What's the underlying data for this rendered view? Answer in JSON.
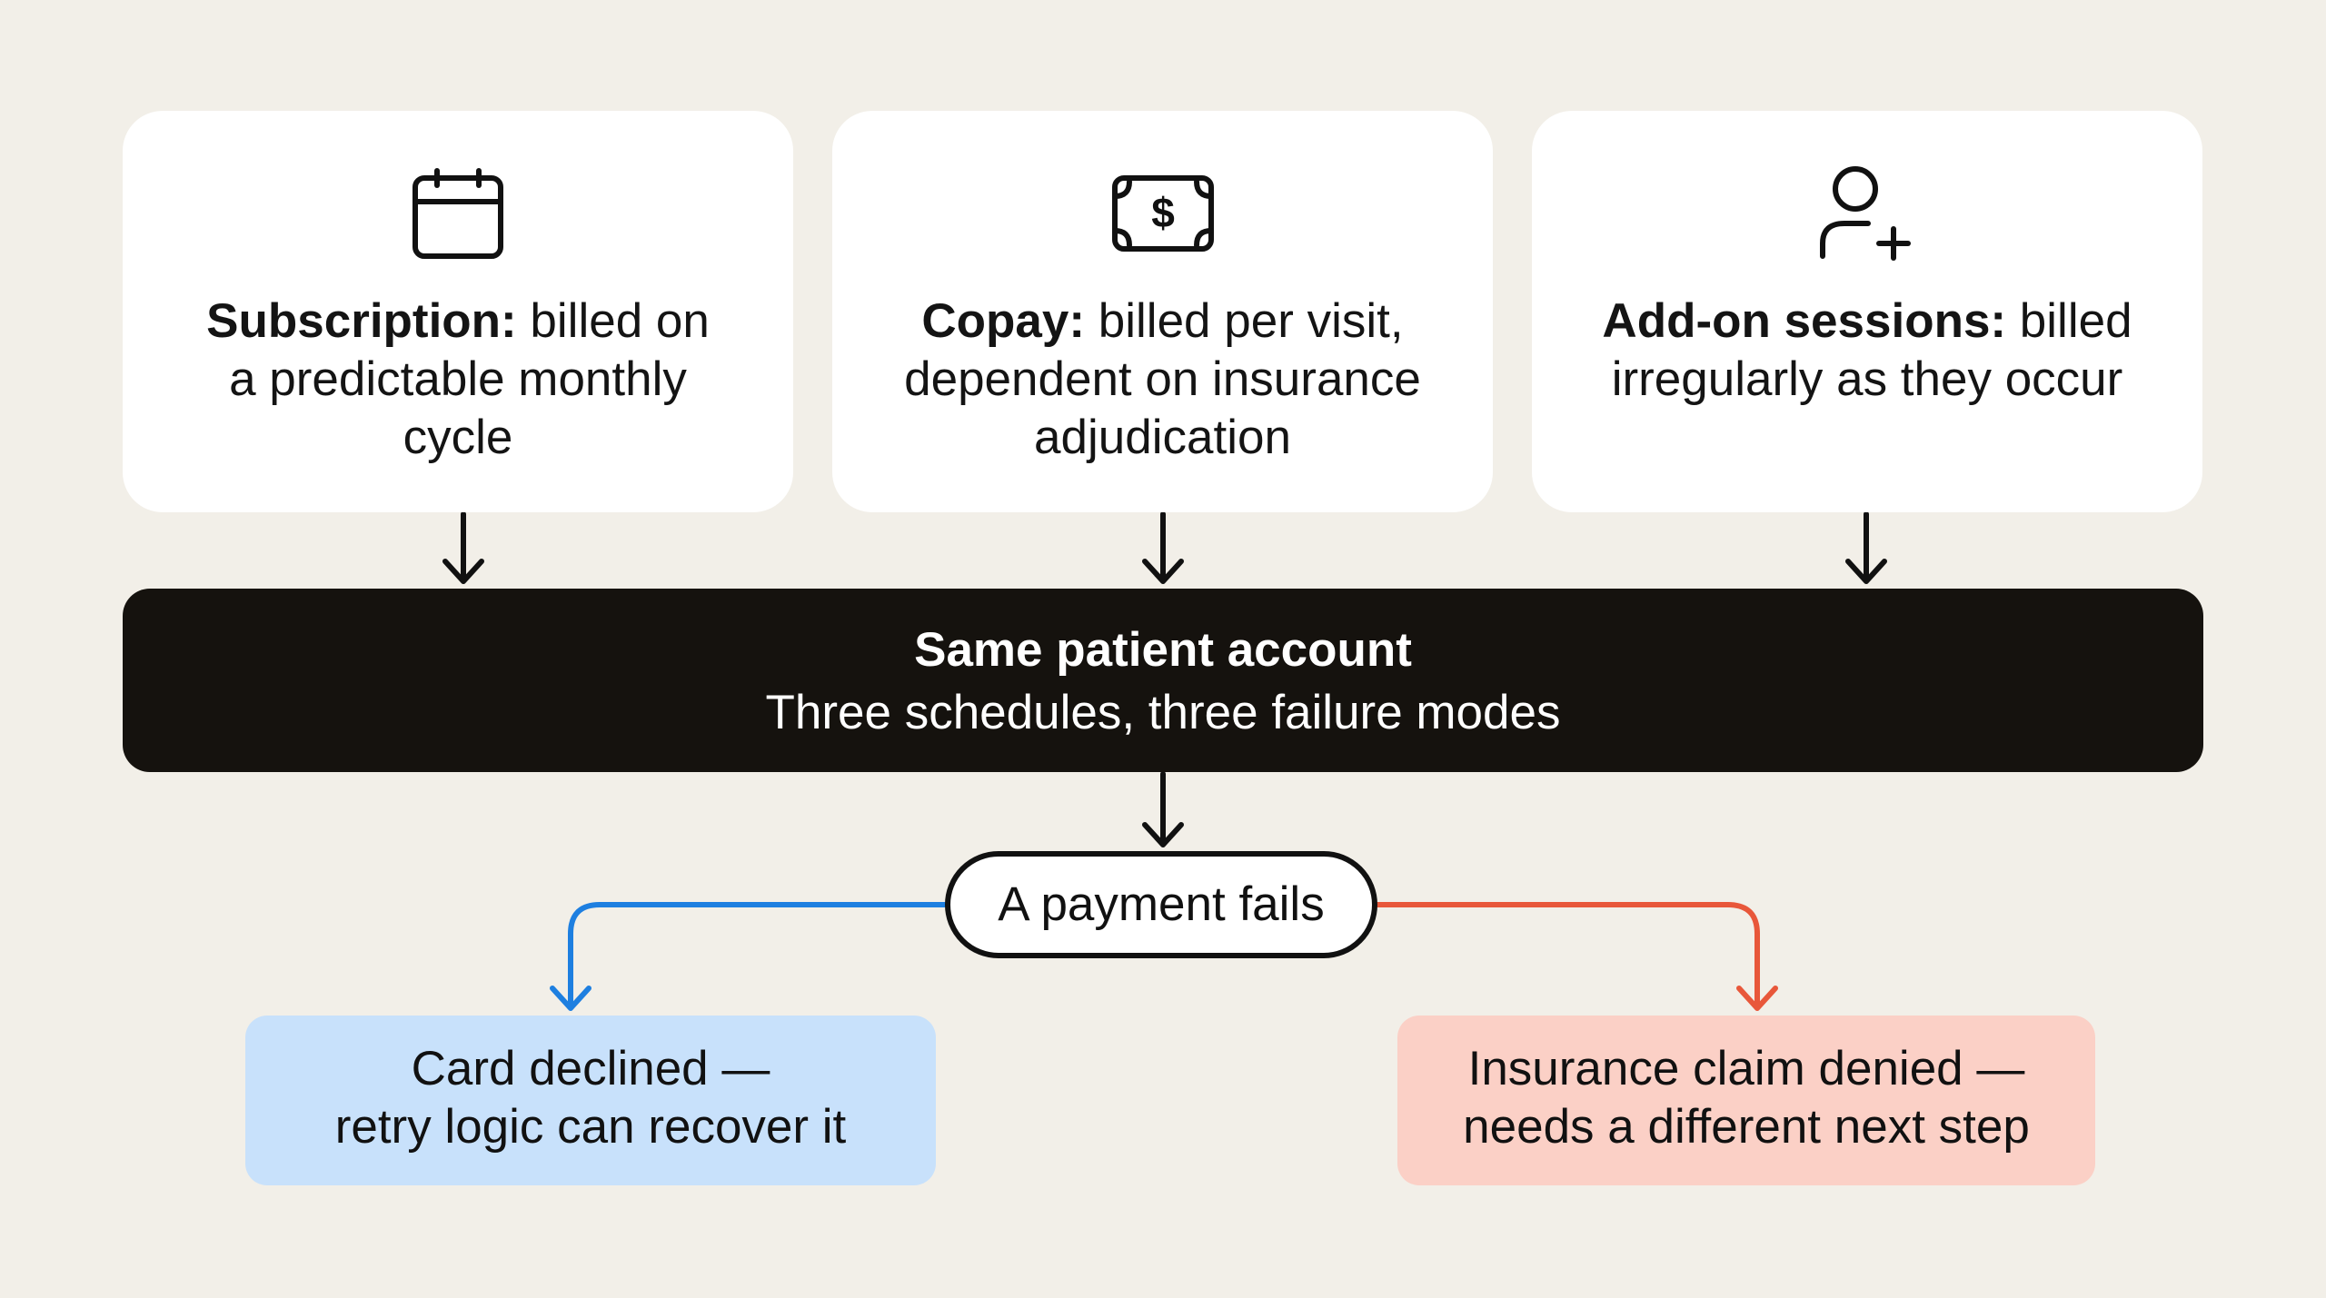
{
  "cards": [
    {
      "icon": "calendar-icon",
      "bold": "Subscription:",
      "line1_rest": " billed on",
      "line2": "a predictable monthly",
      "line3": "cycle"
    },
    {
      "icon": "dollar-bill-icon",
      "bold": "Copay:",
      "line1_rest": " billed per visit,",
      "line2": "dependent on insurance",
      "line3": "adjudication"
    },
    {
      "icon": "user-add-icon",
      "bold": "Add-on sessions:",
      "line1_rest": " billed",
      "line2": "irregularly as they occur",
      "line3": ""
    }
  ],
  "banner": {
    "title": "Same patient account",
    "subtitle": "Three schedules, three failure modes"
  },
  "decision": {
    "label": "A payment fails"
  },
  "outcomes": {
    "left": {
      "line1": "Card declined —",
      "line2": "retry logic can recover it",
      "color": "#c8e1fb",
      "arrow_color": "#1e7fe0"
    },
    "right": {
      "line1": "Insurance claim denied —",
      "line2": "needs a different next step",
      "color": "#fbd0c6",
      "arrow_color": "#e8573a"
    }
  }
}
